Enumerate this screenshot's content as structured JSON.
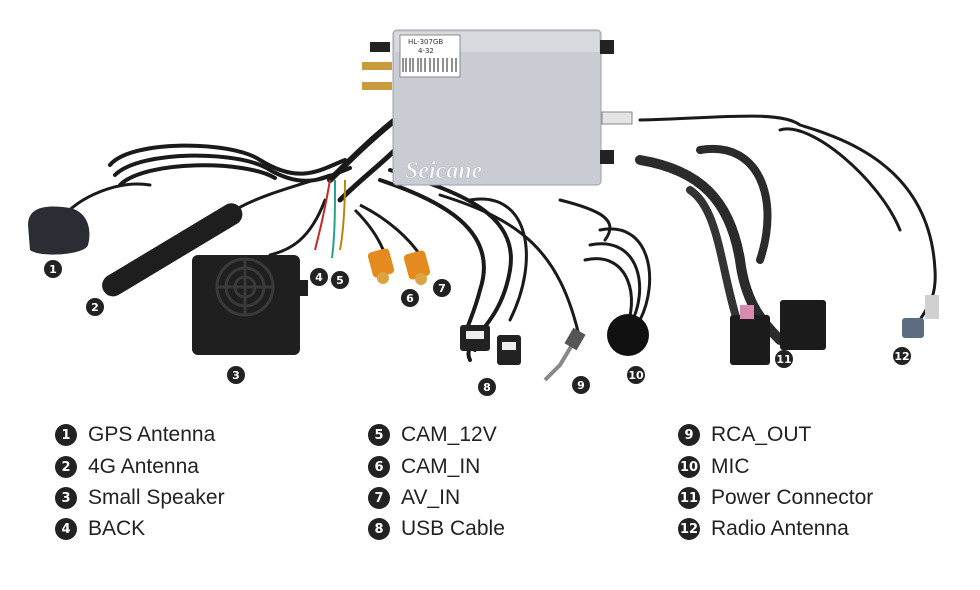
{
  "module": {
    "model_label": "HL-307GB",
    "sub_label": "4-32",
    "brand_watermark": "Seicane"
  },
  "legend": [
    {
      "num": "1",
      "label": "GPS Antenna"
    },
    {
      "num": "2",
      "label": "4G Antenna"
    },
    {
      "num": "3",
      "label": "Small Speaker"
    },
    {
      "num": "4",
      "label": "BACK"
    },
    {
      "num": "5",
      "label": "CAM_12V"
    },
    {
      "num": "6",
      "label": "CAM_IN"
    },
    {
      "num": "7",
      "label": "AV_IN"
    },
    {
      "num": "8",
      "label": "USB Cable"
    },
    {
      "num": "9",
      "label": "RCA_OUT"
    },
    {
      "num": "10",
      "label": "MIC"
    },
    {
      "num": "11",
      "label": "Power Connector"
    },
    {
      "num": "12",
      "label": "Radio Antenna"
    }
  ],
  "colors": {
    "badge": "#222222",
    "module_body": "#c9cdd3",
    "cable": "#1a1a1a",
    "rca_orange": "#e58a1f"
  }
}
